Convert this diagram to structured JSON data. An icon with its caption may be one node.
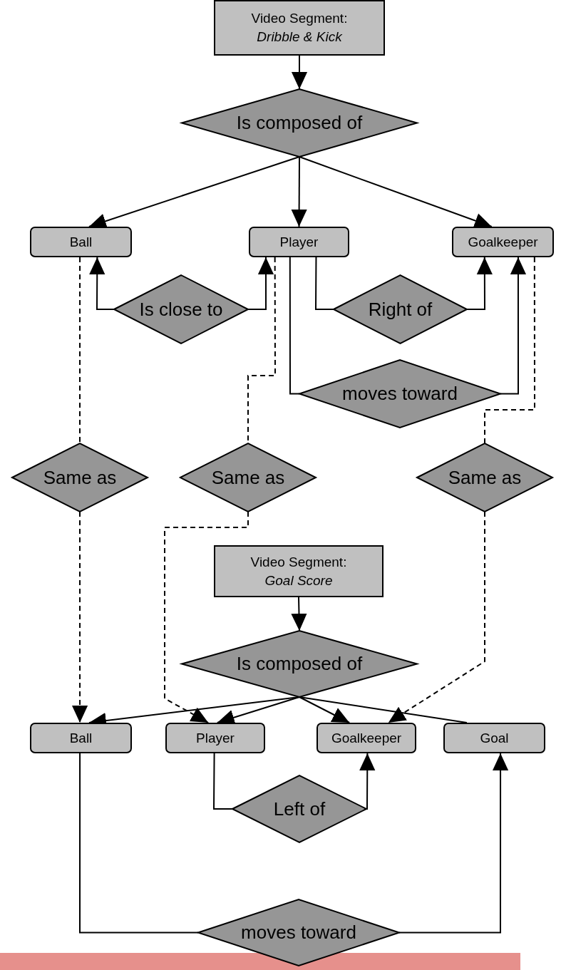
{
  "diagram": {
    "nodes": [
      {
        "text": [
          "Video Segment:",
          "Dribble & Kick"
        ]
      },
      {
        "text": [
          "Is composed of"
        ]
      },
      {
        "text": [
          "Ball"
        ]
      },
      {
        "text": [
          "Player"
        ]
      },
      {
        "text": [
          "Goalkeeper"
        ]
      },
      {
        "text": [
          "Is close to"
        ]
      },
      {
        "text": [
          "Right of"
        ]
      },
      {
        "text": [
          "moves toward"
        ]
      },
      {
        "text": [
          "Same as"
        ]
      },
      {
        "text": [
          "Same as"
        ]
      },
      {
        "text": [
          "Same as"
        ]
      },
      {
        "text": [
          "Video Segment:",
          "Goal Score"
        ]
      },
      {
        "text": [
          "Is composed of"
        ]
      },
      {
        "text": [
          "Ball"
        ]
      },
      {
        "text": [
          "Player"
        ]
      },
      {
        "text": [
          "Goalkeeper"
        ]
      },
      {
        "text": [
          "Goal"
        ]
      },
      {
        "text": [
          "Left of"
        ]
      },
      {
        "text": [
          "moves toward"
        ]
      }
    ],
    "edges": [
      {
        "from": 0,
        "to": 1,
        "arrow": "to"
      },
      {
        "from": 1,
        "to": 2,
        "arrow": "to"
      },
      {
        "from": 1,
        "to": 3,
        "arrow": "to"
      },
      {
        "from": 1,
        "to": 4,
        "arrow": "to"
      },
      {
        "from": 5,
        "to": 2,
        "arrow": "to"
      },
      {
        "from": 5,
        "to": 3,
        "arrow": "to"
      },
      {
        "from": 3,
        "to": 6,
        "arrow": "none"
      },
      {
        "from": 6,
        "to": 4,
        "arrow": "to"
      },
      {
        "from": 3,
        "to": 7,
        "arrow": "none"
      },
      {
        "from": 7,
        "to": 4,
        "arrow": "to"
      },
      {
        "from": 2,
        "to": 8,
        "arrow": "none",
        "style": "dashed"
      },
      {
        "from": 3,
        "to": 9,
        "arrow": "none",
        "style": "dashed"
      },
      {
        "from": 4,
        "to": 10,
        "arrow": "none",
        "style": "dashed"
      },
      {
        "from": 8,
        "to": 13,
        "arrow": "to",
        "style": "dashed"
      },
      {
        "from": 9,
        "to": 14,
        "arrow": "to",
        "style": "dashed"
      },
      {
        "from": 10,
        "to": 15,
        "arrow": "to",
        "style": "dashed"
      },
      {
        "from": 11,
        "to": 12,
        "arrow": "to"
      },
      {
        "from": 12,
        "to": 13,
        "arrow": "to"
      },
      {
        "from": 12,
        "to": 14,
        "arrow": "to"
      },
      {
        "from": 12,
        "to": 15,
        "arrow": "to"
      },
      {
        "from": 12,
        "to": 16,
        "arrow": "none"
      },
      {
        "from": 14,
        "to": 17,
        "arrow": "none"
      },
      {
        "from": 17,
        "to": 15,
        "arrow": "to"
      },
      {
        "from": 13,
        "to": 18,
        "arrow": "none"
      },
      {
        "from": 18,
        "to": 16,
        "arrow": "to"
      }
    ]
  }
}
